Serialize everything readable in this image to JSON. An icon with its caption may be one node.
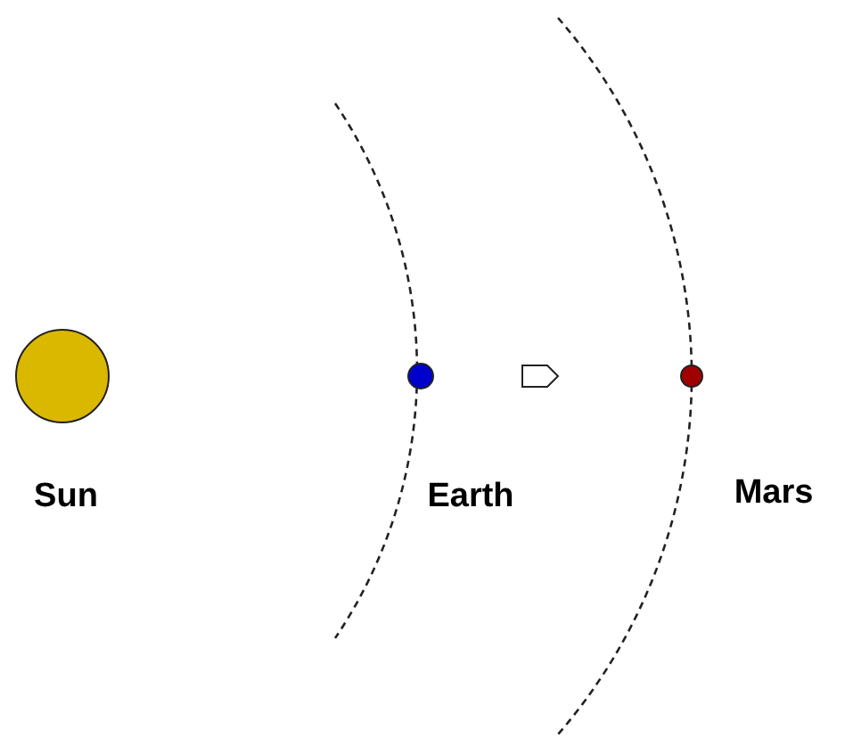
{
  "diagram": {
    "nodes": [
      {
        "text": [
          "Sun"
        ]
      },
      {
        "text": [
          "Earth"
        ]
      },
      {
        "text": [
          "Mars"
        ]
      }
    ]
  }
}
